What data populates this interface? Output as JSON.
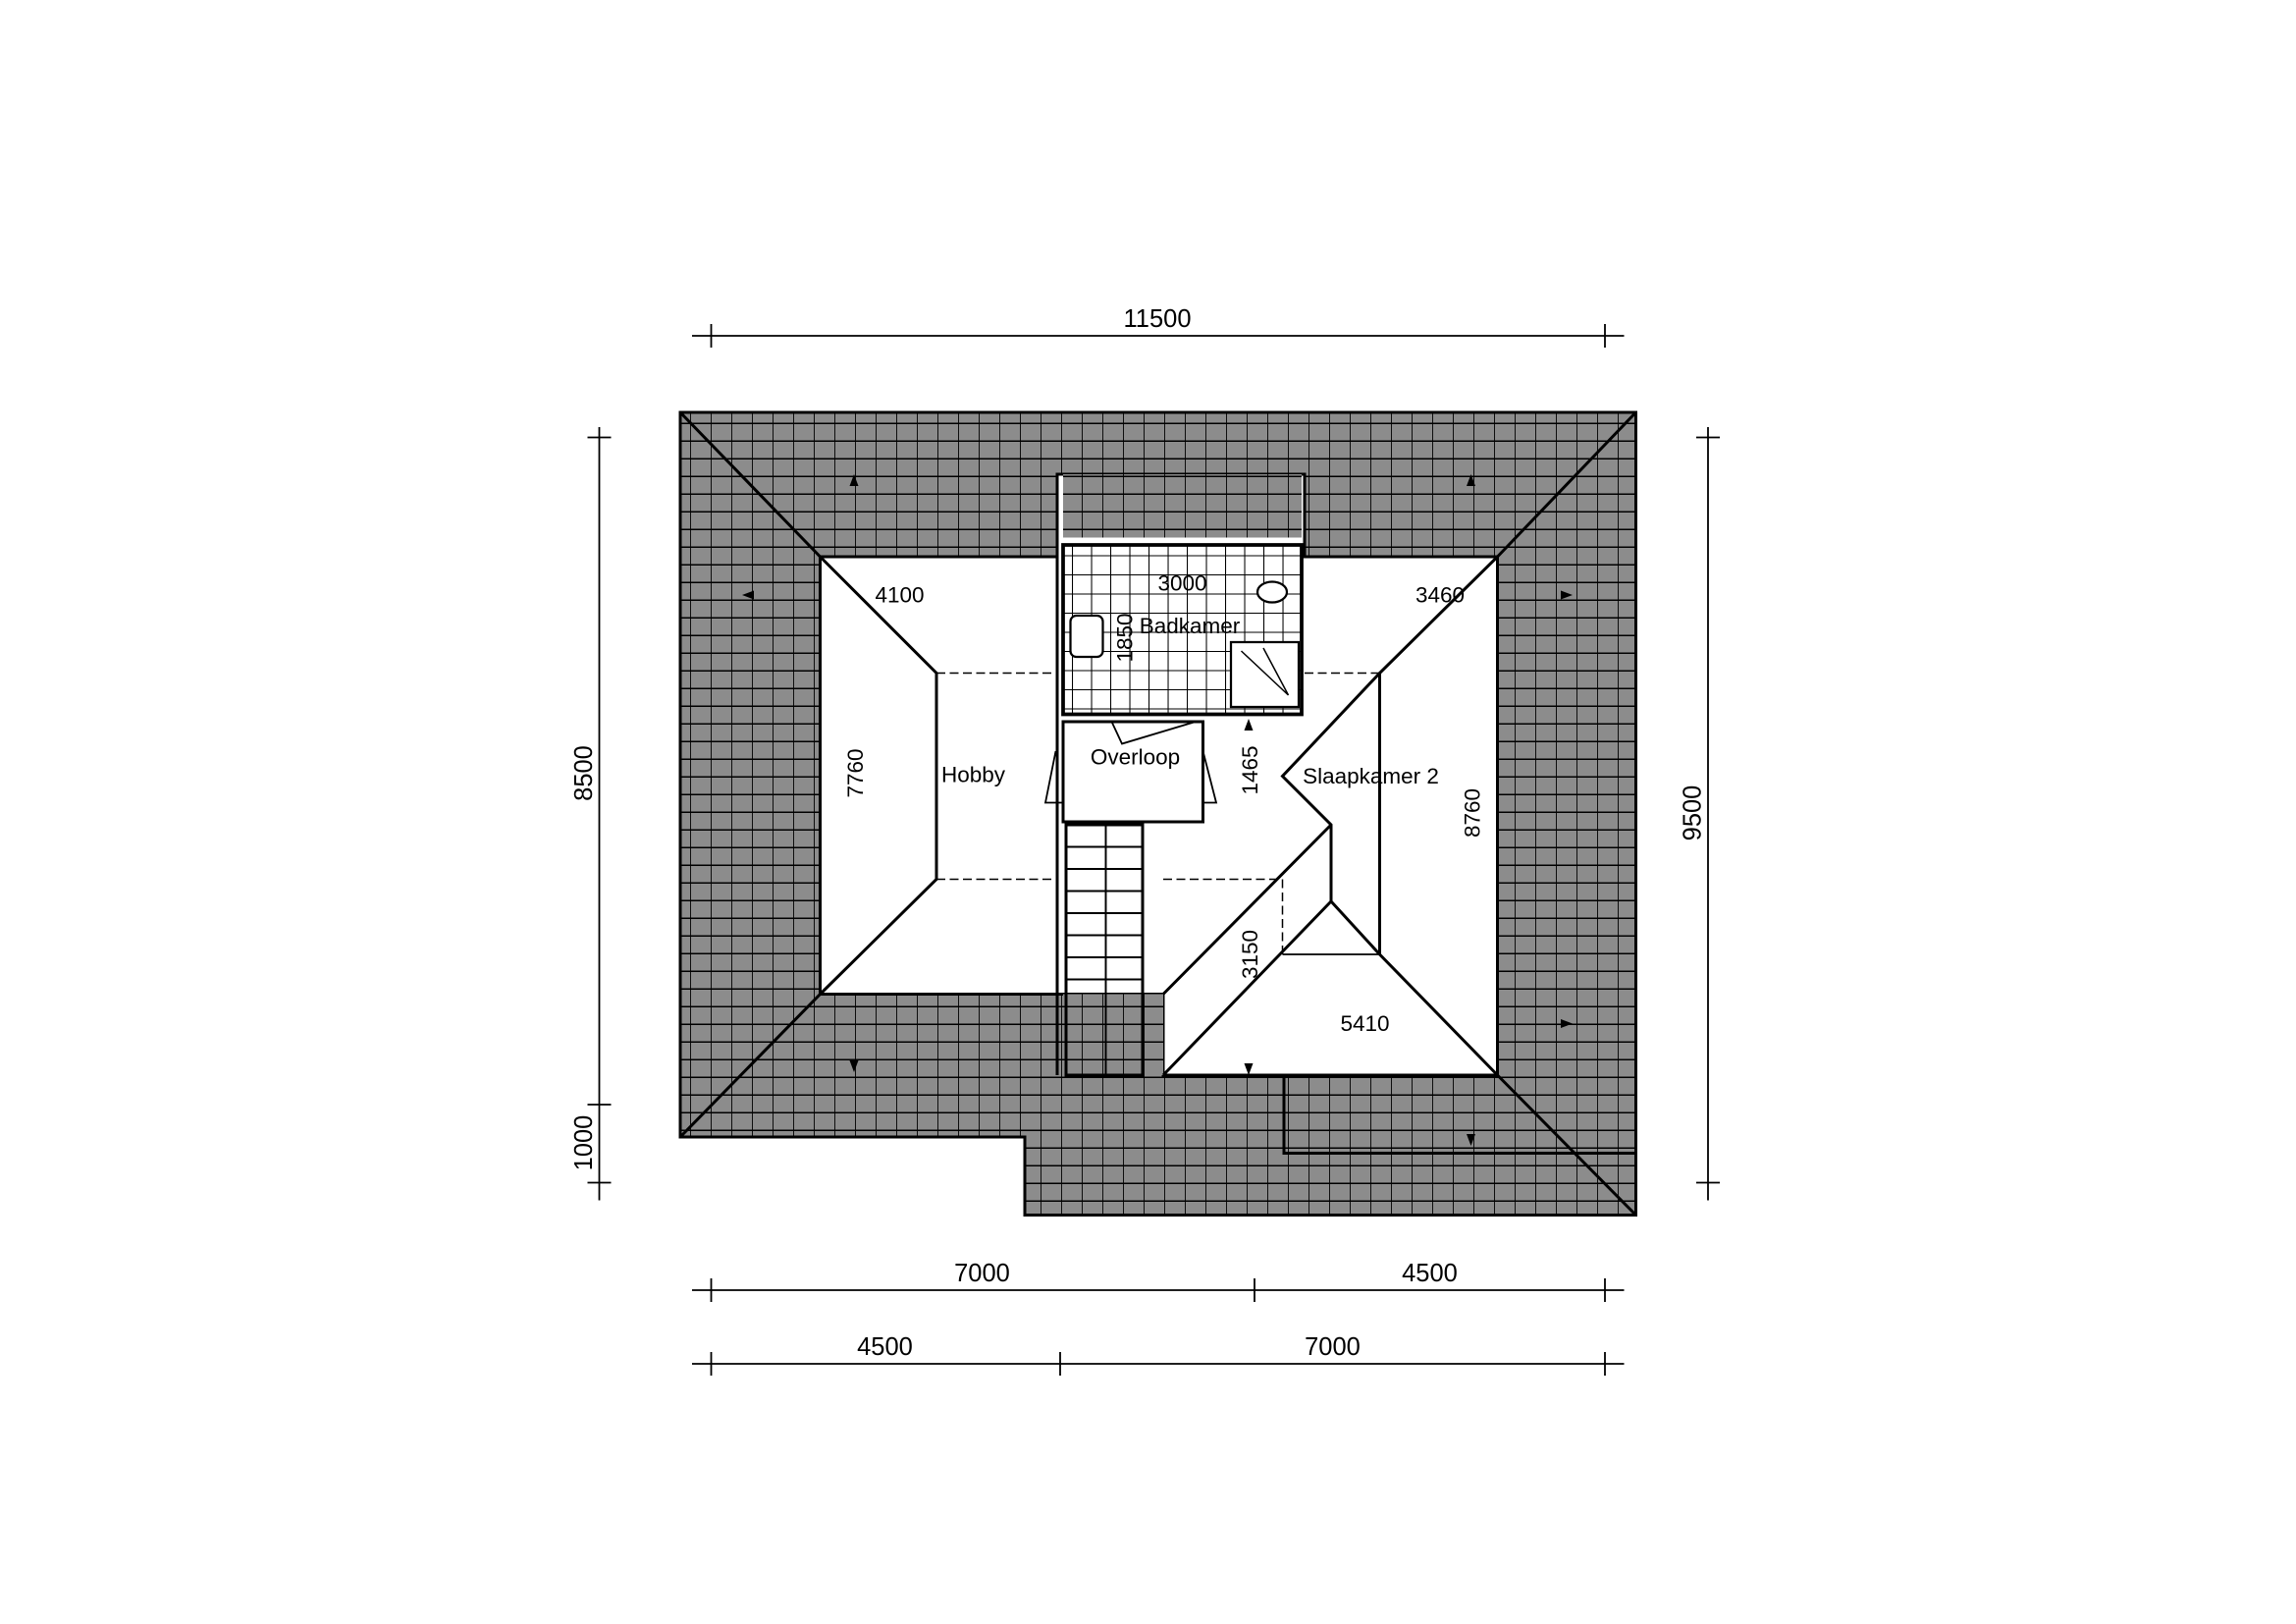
{
  "rooms": {
    "hobby": "Hobby",
    "overloop": "Overloop",
    "slaapkamer": "Slaapkamer 2",
    "badkamer": "Badkamer"
  },
  "inner_dimensions": {
    "hobby_width": "4100",
    "bath_width": "3000",
    "bedroom_width": "3460",
    "hobby_depth": "7760",
    "bath_depth": "1850",
    "overloop_depth": "1465",
    "bedroom_depth": "8760",
    "lower_depth": "3150",
    "lower_width": "5410"
  },
  "outer_dimensions": {
    "top_total": "11500",
    "bottom_row1_a": "7000",
    "bottom_row1_b": "4500",
    "bottom_row2_a": "4500",
    "bottom_row2_b": "7000",
    "left_main": "8500",
    "left_step": "1000",
    "right_total": "9500"
  },
  "colors": {
    "roof": "#8c8c8c"
  }
}
